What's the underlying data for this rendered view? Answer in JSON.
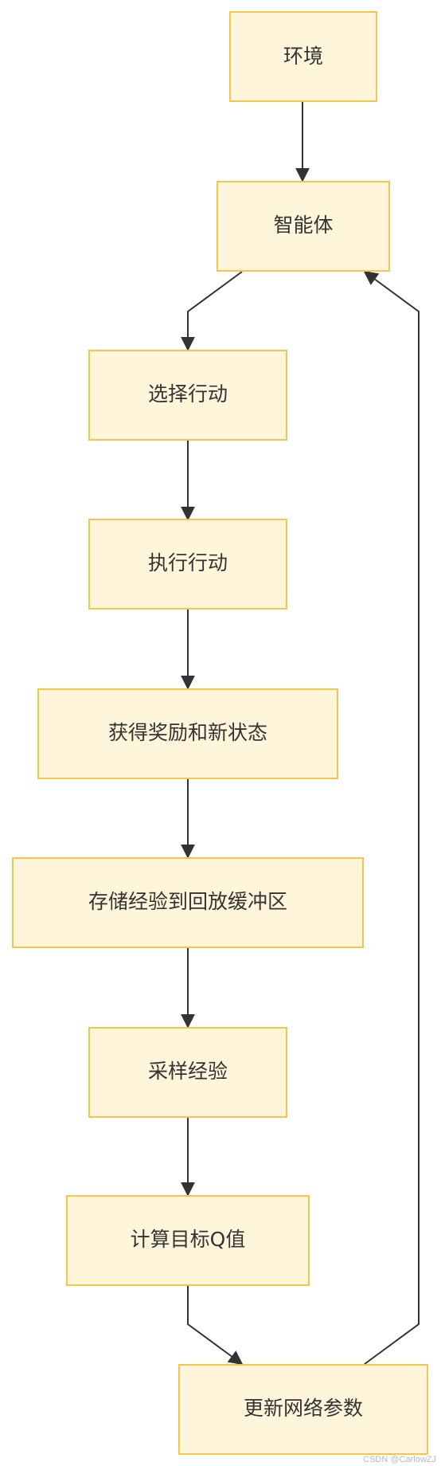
{
  "nodes": {
    "environment": "环境",
    "agent": "智能体",
    "select_action": "选择行动",
    "execute_action": "执行行动",
    "get_reward_state": "获得奖励和新状态",
    "store_experience": "存储经验到回放缓冲区",
    "sample_experience": "采样经验",
    "compute_target_q": "计算目标Q值",
    "update_params": "更新网络参数"
  },
  "edges": [
    {
      "from": "environment",
      "to": "agent"
    },
    {
      "from": "agent",
      "to": "select_action"
    },
    {
      "from": "select_action",
      "to": "execute_action"
    },
    {
      "from": "execute_action",
      "to": "get_reward_state"
    },
    {
      "from": "get_reward_state",
      "to": "store_experience"
    },
    {
      "from": "store_experience",
      "to": "sample_experience"
    },
    {
      "from": "sample_experience",
      "to": "compute_target_q"
    },
    {
      "from": "compute_target_q",
      "to": "update_params"
    },
    {
      "from": "update_params",
      "to": "agent"
    }
  ],
  "colors": {
    "node_fill": "#fff5da",
    "node_border": "#f5c54a",
    "edge": "#333333",
    "text": "#333333"
  },
  "watermark": "CSDN @CarlowZJ"
}
